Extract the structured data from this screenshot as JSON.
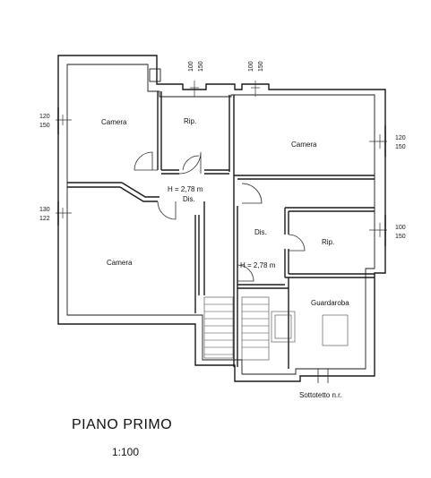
{
  "plan": {
    "title": "PIANO PRIMO",
    "scale": "1:100",
    "rooms": {
      "camera_nw": "Camera",
      "rip_top": "Rip.",
      "camera_ne": "Camera",
      "dis_center": "Dis.",
      "height_center": "H = 2,78 m",
      "camera_sw": "Camera",
      "dis_right": "Dis.",
      "rip_right": "Rip.",
      "height_right": "H = 2,78 m",
      "guardaroba": "Guardaroba",
      "sottotetto": "Sottotetto n.r."
    },
    "windows": {
      "top_left_a": "100",
      "top_left_b": "150",
      "top_right_a": "100",
      "top_right_b": "150",
      "left_upper_a": "120",
      "left_upper_b": "150",
      "left_lower_a": "130",
      "left_lower_b": "122",
      "right_upper_a": "120",
      "right_upper_b": "150",
      "right_lower_a": "100",
      "right_lower_b": "150"
    }
  }
}
